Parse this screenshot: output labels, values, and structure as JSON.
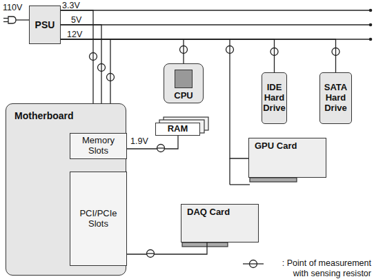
{
  "diagram": {
    "nodes": [
      {
        "text": [
          "PSU"
        ]
      },
      {
        "text": [
          "CPU"
        ]
      },
      {
        "text": [
          "IDE Hard Drive"
        ]
      },
      {
        "text": [
          "SATA Hard Drive"
        ]
      },
      {
        "text": [
          "Motherboard"
        ]
      },
      {
        "text": [
          "Memory Slots"
        ],
        "in": 4
      },
      {
        "text": [
          "PCI/PCIe Slots"
        ],
        "in": 4
      },
      {
        "text": [
          "RAM"
        ]
      },
      {
        "text": [
          "GPU Card"
        ]
      },
      {
        "text": [
          "DAQ Card"
        ]
      }
    ],
    "edges": [
      {
        "from": 0,
        "to": 4,
        "arrow": "none"
      },
      {
        "from": 0,
        "to": 4,
        "arrow": "none"
      },
      {
        "from": 0,
        "to": 4,
        "arrow": "none"
      },
      {
        "from": 0,
        "to": 1,
        "arrow": "none"
      },
      {
        "from": 0,
        "to": 2,
        "arrow": "none"
      },
      {
        "from": 0,
        "to": 3,
        "arrow": "none"
      },
      {
        "from": 0,
        "to": 8,
        "arrow": "none"
      },
      {
        "from": 5,
        "to": 7,
        "label": "1.9V",
        "arrow": "none"
      },
      {
        "from": 6,
        "to": 9,
        "arrow": "none"
      }
    ],
    "labels": [
      "110V",
      "3.3V",
      "5V",
      "12V"
    ],
    "legend": [
      {
        "text": ": Point of measurement with sensing resistor"
      }
    ]
  }
}
